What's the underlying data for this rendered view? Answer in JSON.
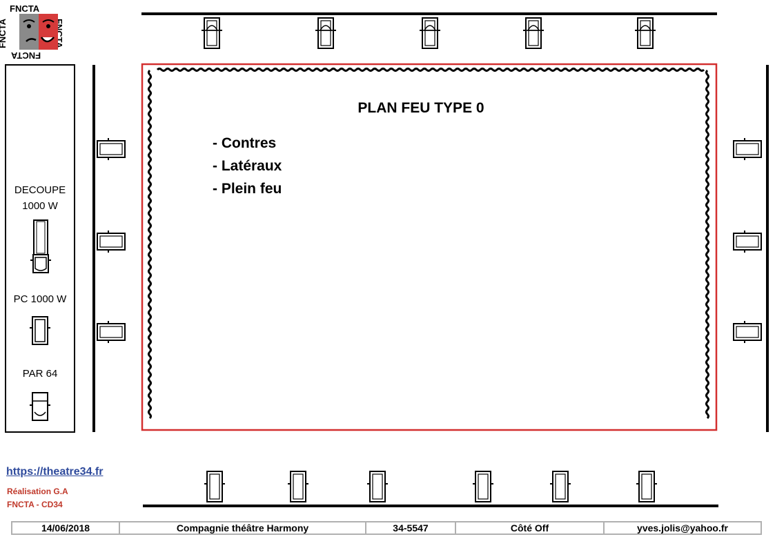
{
  "logo": {
    "text": "FNCTA",
    "colors": {
      "red": "#d63a3a",
      "gray": "#8a8a8a"
    }
  },
  "legend": {
    "decoupe_label_1": "DECOUPE",
    "decoupe_label_2": "1000 W",
    "pc_label": "PC 1000 W",
    "par_label": "PAR 64",
    "icons": [
      "decoupe-icon",
      "pc-icon",
      "par64-icon"
    ]
  },
  "plan": {
    "title": "PLAN FEU TYPE 0",
    "items": [
      "- Contres",
      "- Latéraux",
      "- Plein feu"
    ],
    "stage_border_color": "#d32f2f"
  },
  "lights": {
    "top_contres": 5,
    "left_lateraux": 3,
    "right_lateraux": 3,
    "bottom_plein_feu": 6
  },
  "credits": {
    "link": "https://theatre34.fr",
    "line1": "Réalisation G.A",
    "line2": "FNCTA - CD34"
  },
  "footer": {
    "date": "14/06/2018",
    "company": "Compagnie théâtre Harmony",
    "code": "34-5547",
    "side": "Côté Off",
    "email": "yves.jolis@yahoo.fr"
  }
}
